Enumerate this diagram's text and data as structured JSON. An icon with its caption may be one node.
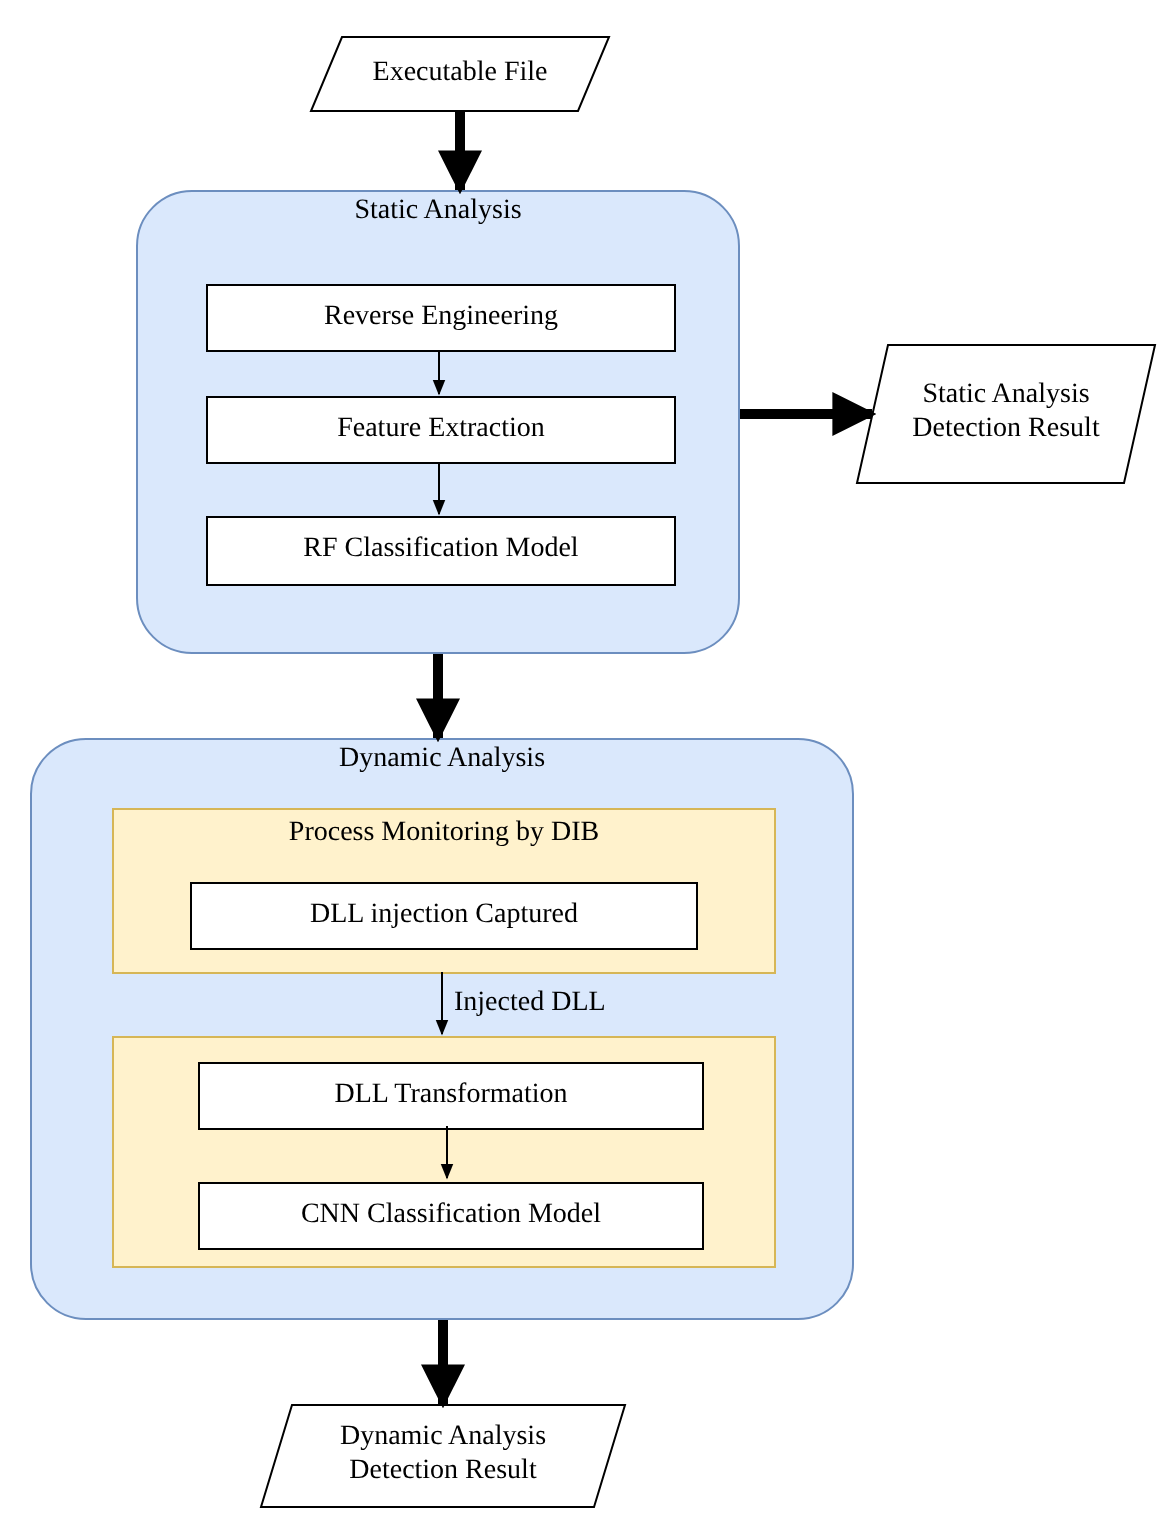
{
  "diagram": {
    "nodes": [
      {
        "text": [
          "Executable File"
        ]
      },
      {
        "text": [
          "Static Analysis"
        ]
      },
      {
        "text": [
          "Reverse Engineering"
        ],
        "in": 1
      },
      {
        "text": [
          "Feature Extraction"
        ],
        "in": 1
      },
      {
        "text": [
          "RF Classification Model"
        ],
        "in": 1
      },
      {
        "text": [
          "Static Analysis Detection Result"
        ]
      },
      {
        "text": [
          "Dynamic Analysis"
        ]
      },
      {
        "text": [
          "Process Monitoring by DIB"
        ],
        "in": 6
      },
      {
        "text": [
          "DLL injection Captured"
        ],
        "in": 7
      },
      {
        "text": [],
        "shape": "box",
        "in": 6
      },
      {
        "text": [
          "DLL Transformation"
        ],
        "in": 9
      },
      {
        "text": [
          "CNN Classification Model"
        ],
        "in": 9
      },
      {
        "text": [
          "Dynamic Analysis Detection Result"
        ]
      }
    ],
    "edges": [
      {
        "from": 0,
        "to": 1,
        "arrow": "to",
        "style": "thick"
      },
      {
        "from": 2,
        "to": 3,
        "arrow": "to"
      },
      {
        "from": 3,
        "to": 4,
        "arrow": "to"
      },
      {
        "from": 1,
        "to": 5,
        "arrow": "to",
        "style": "thick"
      },
      {
        "from": 1,
        "to": 6,
        "arrow": "to",
        "style": "thick"
      },
      {
        "from": 7,
        "to": 9,
        "arrow": "to",
        "label": "Injected DLL"
      },
      {
        "from": 10,
        "to": 11,
        "arrow": "to"
      },
      {
        "from": 6,
        "to": 12,
        "arrow": "to",
        "style": "thick"
      }
    ]
  }
}
